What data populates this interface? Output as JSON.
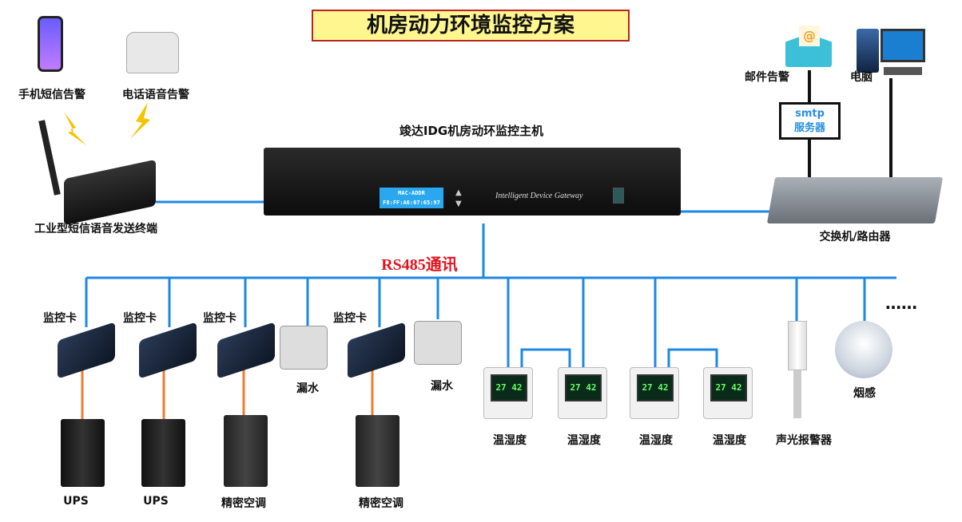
{
  "title": "机房动力环境监控方案",
  "host": {
    "label": "竣达IDG机房动环监控主机",
    "lcd_line1": "MAC-ADDR",
    "lcd_line2": "F8:FF:A6:07:65:97",
    "brand": "Intelligent Device Gateway"
  },
  "alerts": {
    "sms": "手机短信告警",
    "voice": "电话语音告警",
    "terminal": "工业型短信语音发送终端",
    "email": "邮件告警",
    "computer": "电脑",
    "smtp_line1": "smtp",
    "smtp_line2": "服务器",
    "switch": "交换机/路由器"
  },
  "bus": {
    "label": "RS485通讯",
    "more": "……"
  },
  "devices": {
    "card": "监控卡",
    "ups": "UPS",
    "ac": "精密空调",
    "leak": "漏水",
    "th": "温湿度",
    "th_reading": "27 42",
    "alarm": "声光报警器",
    "smoke": "烟感"
  },
  "colors": {
    "bus": "#1e88e5",
    "orange": "#f07c30",
    "red": "#e0141e"
  }
}
